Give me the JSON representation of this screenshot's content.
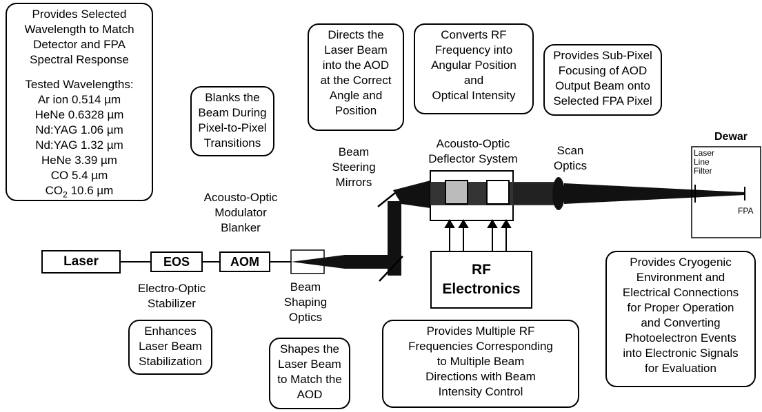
{
  "notes": {
    "wavelength": {
      "lines": [
        "Provides Selected",
        "Wavelength to Match",
        "Detector and FPA",
        "Spectral Response",
        "",
        "Tested Wavelengths:",
        "Ar ion 0.514 µm",
        "HeNe 0.6328 µm",
        "Nd:YAG 1.06 µm",
        "Nd:YAG 1.32 µm",
        "HeNe 3.39 µm",
        "CO 5.4 µm"
      ],
      "co2_prefix": "CO",
      "co2_sub": "2",
      "co2_suffix": " 10.6 µm"
    },
    "blanks": [
      "Blanks the",
      "Beam During",
      "Pixel-to-Pixel",
      "Transitions"
    ],
    "directs": [
      "Directs the",
      "Laser Beam",
      "into the AOD",
      "at the Correct",
      "Angle and",
      "Position"
    ],
    "converts": [
      "Converts RF",
      "Frequency into",
      "Angular Position",
      "and",
      "Optical Intensity"
    ],
    "subpixel": [
      "Provides Sub-Pixel",
      "Focusing of AOD",
      "Output Beam onto",
      "Selected FPA Pixel"
    ],
    "enhances": [
      "Enhances",
      "Laser Beam",
      "Stabilization"
    ],
    "shapes": [
      "Shapes the",
      "Laser Beam",
      "to Match the",
      "AOD"
    ],
    "rf_freq": [
      "Provides Multiple RF",
      "Frequencies Corresponding",
      "to Multiple Beam",
      "Directions with Beam",
      "Intensity Control"
    ],
    "cryo": [
      "Provides Cryogenic",
      "Environment and",
      "Electrical Connections",
      "for Proper Operation",
      "and Converting",
      "Photoelectron Events",
      "into Electronic Signals",
      "for Evaluation"
    ]
  },
  "labels": {
    "aom_full": [
      "Acousto-Optic",
      "Modulator",
      "Blanker"
    ],
    "eos_full": [
      "Electro-Optic",
      "Stabilizer"
    ],
    "beam_shaping": [
      "Beam",
      "Shaping",
      "Optics"
    ],
    "beam_steering": [
      "Beam",
      "Steering",
      "Mirrors"
    ],
    "aod_system": [
      "Acousto-Optic",
      "Deflector System"
    ],
    "scan_optics": [
      "Scan",
      "Optics"
    ],
    "dewar": "Dewar",
    "laser_line_filter": [
      "Laser",
      "Line",
      "Filter"
    ],
    "fpa": "FPA"
  },
  "boxes": {
    "laser": "Laser",
    "eos": "EOS",
    "aom": "AOM",
    "rf": [
      "RF",
      "Electronics"
    ]
  }
}
